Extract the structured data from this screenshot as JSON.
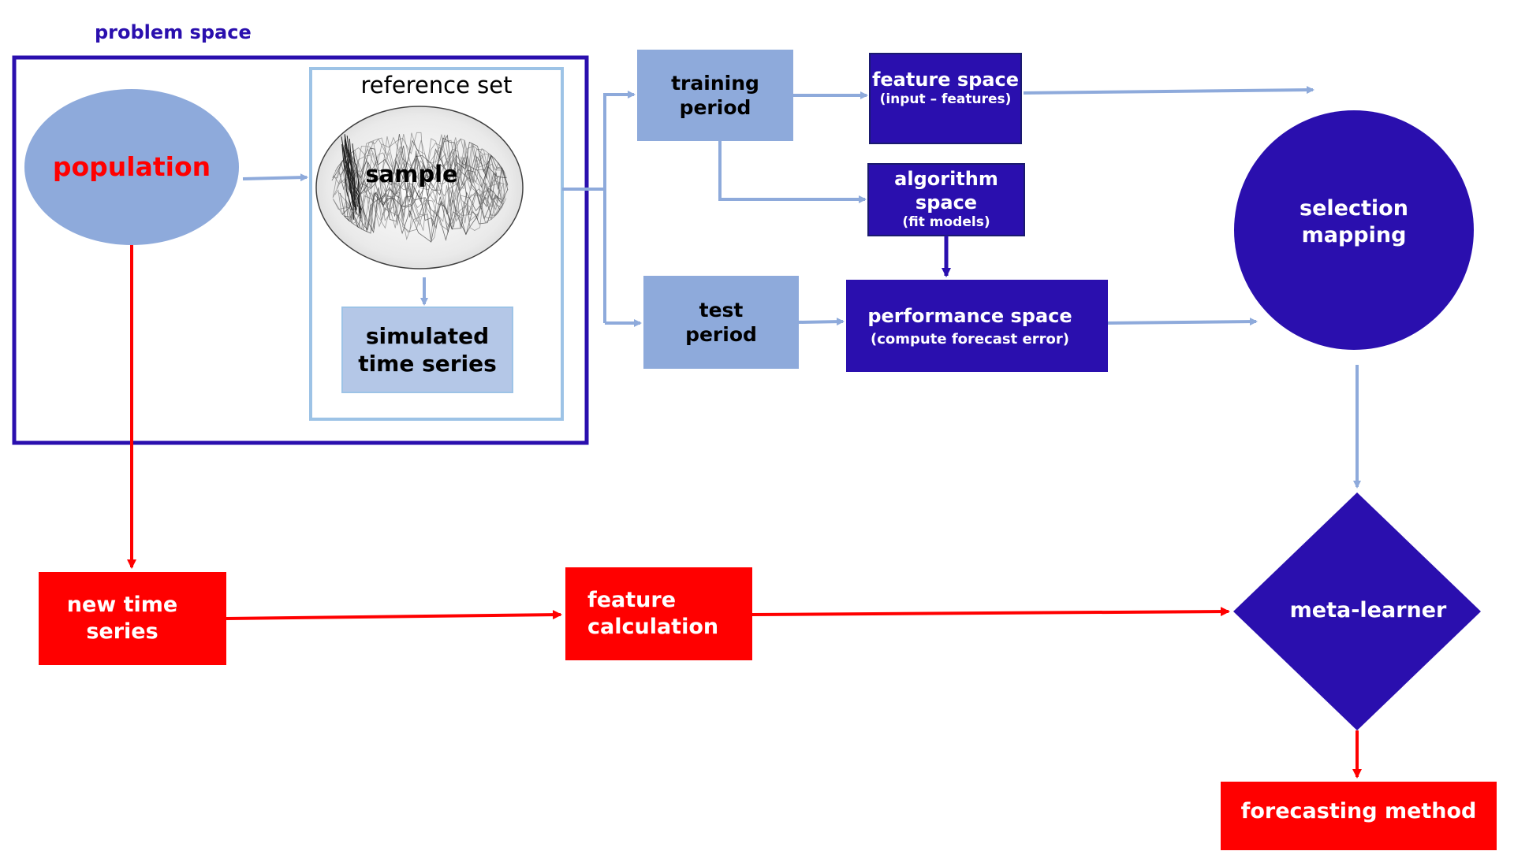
{
  "colors": {
    "dark_blue": "#2A0FAE",
    "light_blue": "#8EAADB",
    "pale_blue": "#B4C7E7",
    "red": "#FF0000",
    "outline_blue": "#9DC3E6",
    "problem_space_label": "#2A0FAE"
  },
  "nodes": {
    "problem_space": {
      "label": "problem space"
    },
    "population": {
      "label": "population"
    },
    "reference_set": {
      "label": "reference set"
    },
    "sample": {
      "label": "sample"
    },
    "simulated": {
      "line1": "simulated",
      "line2": "time series"
    },
    "training": {
      "line1": "training",
      "line2": "period"
    },
    "test": {
      "line1": "test",
      "line2": "period"
    },
    "feature_space": {
      "title": "feature space",
      "sub": "(input – features)"
    },
    "algorithm_space": {
      "line1": "algorithm",
      "line2": "space",
      "sub": "(fit models)"
    },
    "performance_space": {
      "title": "performance space",
      "sub": "(compute forecast error)"
    },
    "selection_mapping": {
      "line1": "selection",
      "line2": "mapping"
    },
    "new_time_series": {
      "line1": "new time",
      "line2": "series"
    },
    "feature_calculation": {
      "line1": "feature",
      "line2": "calculation"
    },
    "meta_learner": {
      "label": "meta-learner"
    },
    "forecasting_method": {
      "label": "forecasting method"
    }
  }
}
